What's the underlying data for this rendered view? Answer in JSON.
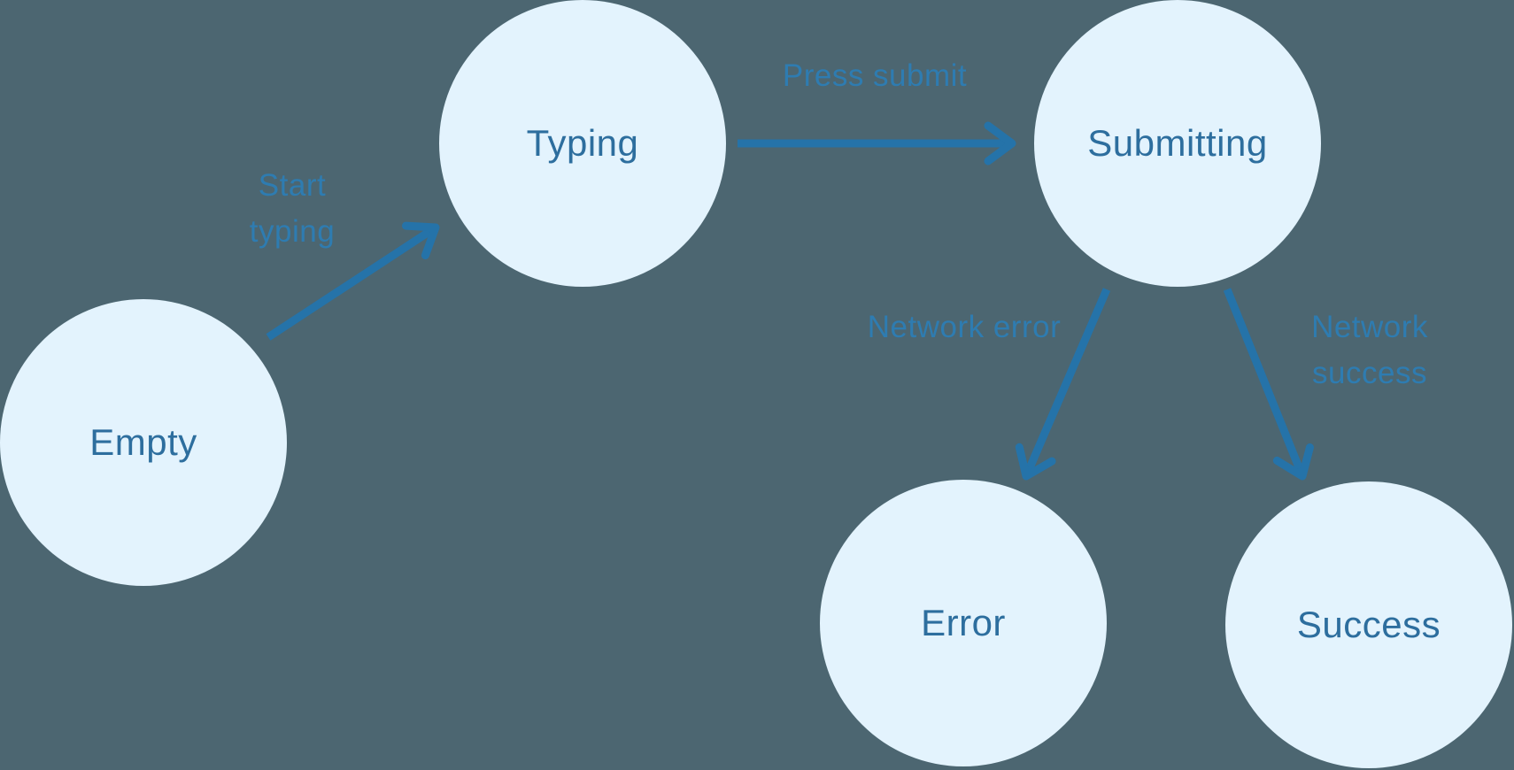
{
  "diagram": {
    "type": "state-machine",
    "states": [
      {
        "id": "empty",
        "label": "Empty"
      },
      {
        "id": "typing",
        "label": "Typing"
      },
      {
        "id": "submitting",
        "label": "Submitting"
      },
      {
        "id": "error",
        "label": "Error"
      },
      {
        "id": "success",
        "label": "Success"
      }
    ],
    "transitions": [
      {
        "from": "empty",
        "to": "typing",
        "label": "Start typing"
      },
      {
        "from": "typing",
        "to": "submitting",
        "label": "Press submit"
      },
      {
        "from": "submitting",
        "to": "error",
        "label": "Network error"
      },
      {
        "from": "submitting",
        "to": "success",
        "label": "Network success"
      }
    ],
    "colors": {
      "background": "#4C6671",
      "node_fill": "#E3F3FD",
      "node_text": "#2D6E9E",
      "arrow": "#2573A9",
      "edge_label": "#2E7CB1"
    }
  }
}
